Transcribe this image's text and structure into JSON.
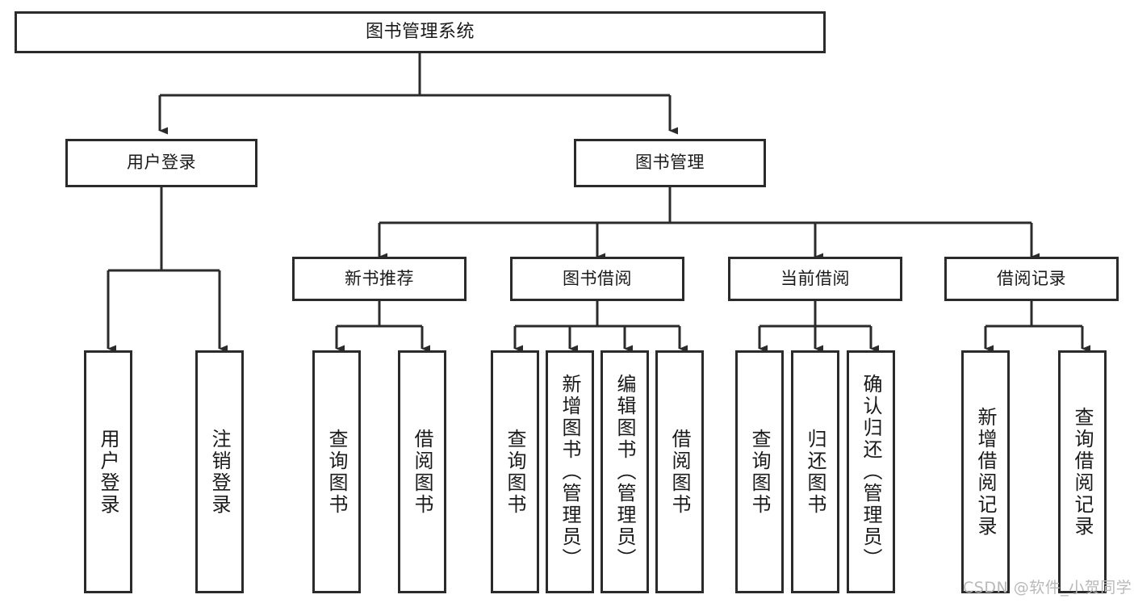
{
  "diagram": {
    "title": "图书管理系统",
    "type": "tree-hierarchy-chart",
    "theme": {
      "background": "#ffffff",
      "border_color": "#2b2b2b",
      "fill_color": "#ffffff",
      "text_color": "#1a1a1a",
      "edge_color": "#2b2b2b",
      "watermark_color": "#b9b9b9"
    },
    "root": {
      "label": "图书管理系统"
    },
    "level1": [
      {
        "label": "用户登录"
      },
      {
        "label": "图书管理"
      }
    ],
    "level2": [
      {
        "label": "新书推荐"
      },
      {
        "label": "图书借阅"
      },
      {
        "label": "当前借阅"
      },
      {
        "label": "借阅记录"
      }
    ],
    "leaves": {
      "user_login": [
        {
          "label": "用户登录"
        },
        {
          "label": "注销登录"
        }
      ],
      "new_book_recommend": [
        {
          "label": "查询图书"
        },
        {
          "label": "借阅图书"
        }
      ],
      "book_borrow": [
        {
          "label": "查询图书"
        },
        {
          "label": "新增图书（管理员）"
        },
        {
          "label": "编辑图书（管理员）"
        },
        {
          "label": "借阅图书"
        }
      ],
      "current_borrow": [
        {
          "label": "查询图书"
        },
        {
          "label": "归还图书"
        },
        {
          "label": "确认归还（管理员）"
        }
      ],
      "borrow_record": [
        {
          "label": "新增借阅记录"
        },
        {
          "label": "查询借阅记录"
        }
      ]
    },
    "watermark": "CSDN @软件_小贺同学"
  }
}
